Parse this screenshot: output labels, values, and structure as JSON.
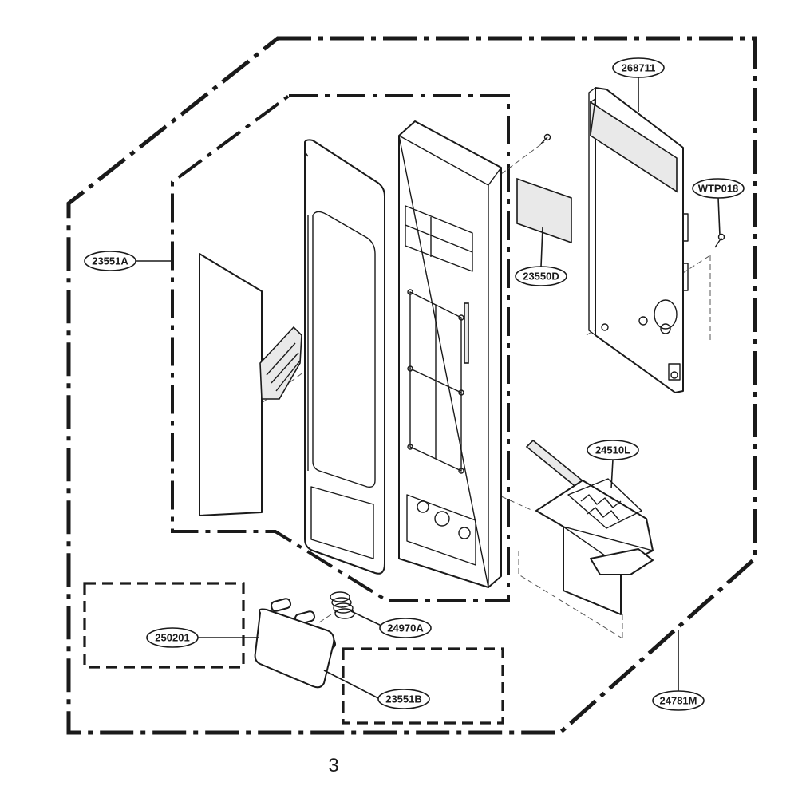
{
  "diagram": {
    "callouts": [
      {
        "id": "268711",
        "label": "268711"
      },
      {
        "id": "WTP018",
        "label": "WTP018"
      },
      {
        "id": "23551A",
        "label": "23551A"
      },
      {
        "id": "23550D",
        "label": "23550D"
      },
      {
        "id": "24510L",
        "label": "24510L"
      },
      {
        "id": "250201",
        "label": "250201"
      },
      {
        "id": "24970A",
        "label": "24970A"
      },
      {
        "id": "23551B",
        "label": "23551B"
      },
      {
        "id": "24781M",
        "label": "24781M"
      }
    ],
    "page_number": "3"
  }
}
